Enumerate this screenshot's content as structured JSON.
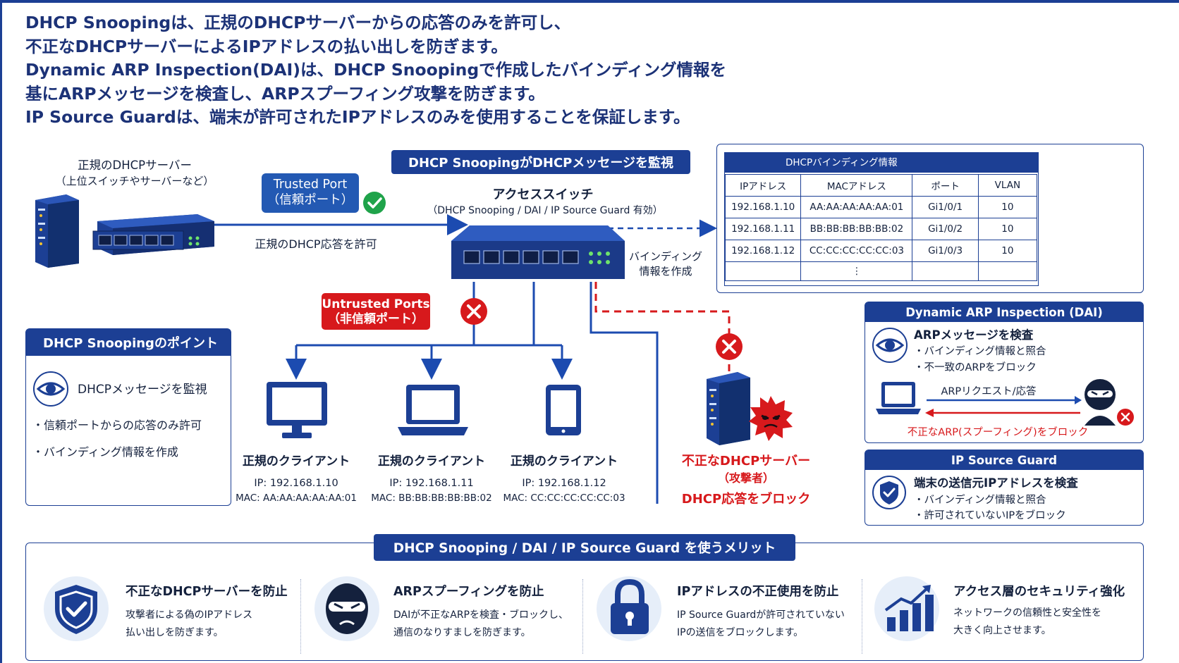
{
  "intro_lines": [
    "DHCP Snoopingは、正規のDHCPサーバーからの応答のみを許可し、",
    "不正なDHCPサーバーによるIPアドレスの払い出しを防ぎます。",
    "Dynamic ARP Inspection(DAI)は、DHCP Snoopingで作成したバインディング情報を",
    "基にARPメッセージを検査し、ARPスプーフィング攻撃を防ぎます。",
    "IP Source Guardは、端末が許可されたIPアドレスのみを使用することを保証します。"
  ],
  "legit_server": {
    "title": "正規のDHCPサーバー",
    "subtitle": "（上位スイッチやサーバーなど）"
  },
  "trusted_port": {
    "line1": "Trusted Port",
    "line2": "（信頼ポート）"
  },
  "allow_label": "正規のDHCP応答を許可",
  "monitor_banner": "DHCP SnoopingがDHCPメッセージを監視",
  "access_switch": {
    "title": "アクセススイッチ",
    "subtitle": "（DHCP Snooping / DAI / IP Source Guard 有効）"
  },
  "binding_create": {
    "line1": "バインディング",
    "line2": "情報を作成"
  },
  "untrusted_ports": {
    "line1": "Untrusted Ports",
    "line2": "（非信頼ポート）"
  },
  "binding_table": {
    "title": "DHCPバインディング情報",
    "headers": [
      "IPアドレス",
      "MACアドレス",
      "ポート",
      "VLAN"
    ],
    "rows": [
      [
        "192.168.1.10",
        "AA:AA:AA:AA:AA:01",
        "Gi1/0/1",
        "10"
      ],
      [
        "192.168.1.11",
        "BB:BB:BB:BB:BB:02",
        "Gi1/0/2",
        "10"
      ],
      [
        "192.168.1.12",
        "CC:CC:CC:CC:CC:03",
        "Gi1/0/3",
        "10"
      ]
    ],
    "more": "⋮"
  },
  "snooping_points": {
    "title": "DHCP Snoopingのポイント",
    "monitor": "DHCPメッセージを監視",
    "bullets": [
      "・信頼ポートからの応答のみ許可",
      "・バインディング情報を作成"
    ]
  },
  "clients": [
    {
      "name": "正規のクライアント",
      "ip": "IP: 192.168.1.10",
      "mac": "MAC: AA:AA:AA:AA:AA:01"
    },
    {
      "name": "正規のクライアント",
      "ip": "IP: 192.168.1.11",
      "mac": "MAC: BB:BB:BB:BB:BB:02"
    },
    {
      "name": "正規のクライアント",
      "ip": "IP: 192.168.1.12",
      "mac": "MAC: CC:CC:CC:CC:CC:03"
    }
  ],
  "rogue": {
    "line1": "不正なDHCPサーバー",
    "line2": "（攻撃者）",
    "block": "DHCP応答をブロック"
  },
  "dai": {
    "title": "Dynamic ARP Inspection (DAI)",
    "heading": "ARPメッセージを検査",
    "bullets": [
      "・バインディング情報と照合",
      "・不一致のARPをブロック"
    ],
    "arp_label": "ARPリクエスト/応答",
    "spoof_block": "不正なARP(スプーフィング)をブロック"
  },
  "ipsg": {
    "title": "IP Source Guard",
    "heading": "端末の送信元IPアドレスを検査",
    "bullets": [
      "・バインディング情報と照合",
      "・許可されていないIPをブロック"
    ]
  },
  "benefits": {
    "title": "DHCP Snooping / DAI / IP Source Guard を使うメリット",
    "items": [
      {
        "title": "不正なDHCPサーバーを防止",
        "desc1": "攻撃者による偽のIPアドレス",
        "desc2": "払い出しを防ぎます。"
      },
      {
        "title": "ARPスプーフィングを防止",
        "desc1": "DAIが不正なARPを検査・ブロックし、",
        "desc2": "通信のなりすましを防ぎます。"
      },
      {
        "title": "IPアドレスの不正使用を防止",
        "desc1": "IP Source Guardが許可されていない",
        "desc2": "IPの送信をブロックします。"
      },
      {
        "title": "アクセス層のセキュリティ強化",
        "desc1": "ネットワークの信頼性と安全性を",
        "desc2": "大きく向上させます。"
      }
    ]
  },
  "colors": {
    "navy": "#1c3f94",
    "red": "#d7191c",
    "blue": "#2359b3",
    "green": "#1fa34a"
  }
}
